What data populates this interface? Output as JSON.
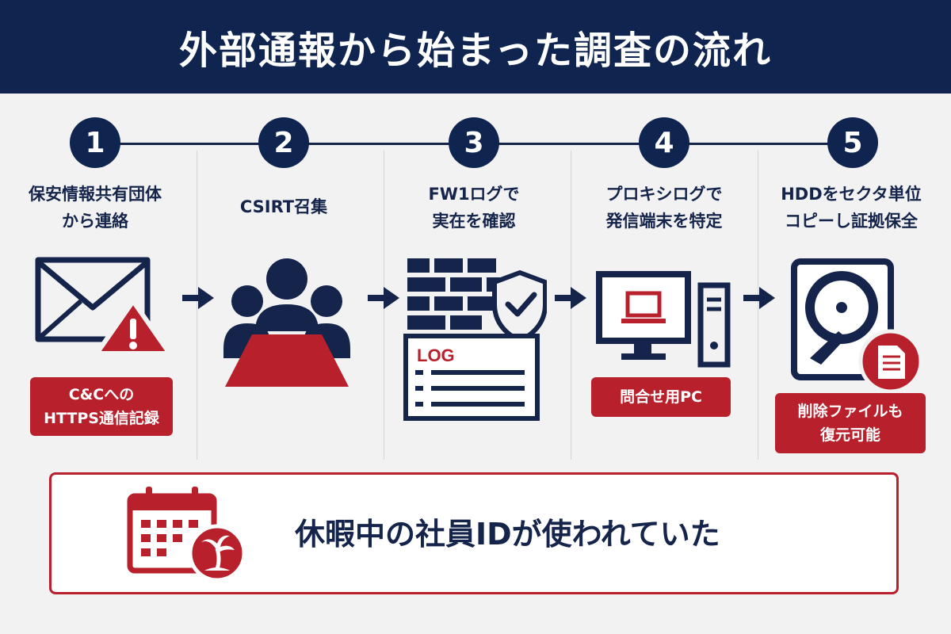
{
  "title": "外部通報から始まった調査の流れ",
  "steps": [
    {
      "number": "1",
      "label_lines": [
        "保安情報共有団体",
        "から連絡"
      ],
      "badge_lines": [
        "C&Cへの",
        "HTTPS通信記録"
      ]
    },
    {
      "number": "2",
      "label_lines": [
        "CSIRT召集"
      ]
    },
    {
      "number": "3",
      "label_lines": [
        "FW1ログで",
        "実在を確認"
      ],
      "icon_text": "LOG"
    },
    {
      "number": "4",
      "label_lines": [
        "プロキシログで",
        "発信端末を特定"
      ],
      "badge_lines": [
        "問合せ用PC"
      ]
    },
    {
      "number": "5",
      "label_lines": [
        "HDDをセクタ単位",
        "コピーし証拠保全"
      ],
      "badge_lines": [
        "削除ファイルも",
        "復元可能"
      ]
    }
  ],
  "conclusion": {
    "text": "休暇中の社員IDが使われていた"
  },
  "colors": {
    "navy": "#0f2550",
    "red": "#b8202c",
    "background": "#f2f2f3"
  },
  "icons": [
    "envelope-icon",
    "warning-icon",
    "team-meeting-icon",
    "firewall-icon",
    "shield-check-icon",
    "log-document-icon",
    "computer-icon",
    "laptop-icon",
    "hard-drive-icon",
    "document-icon",
    "calendar-icon",
    "palm-tree-icon",
    "arrow-right-icon"
  ]
}
